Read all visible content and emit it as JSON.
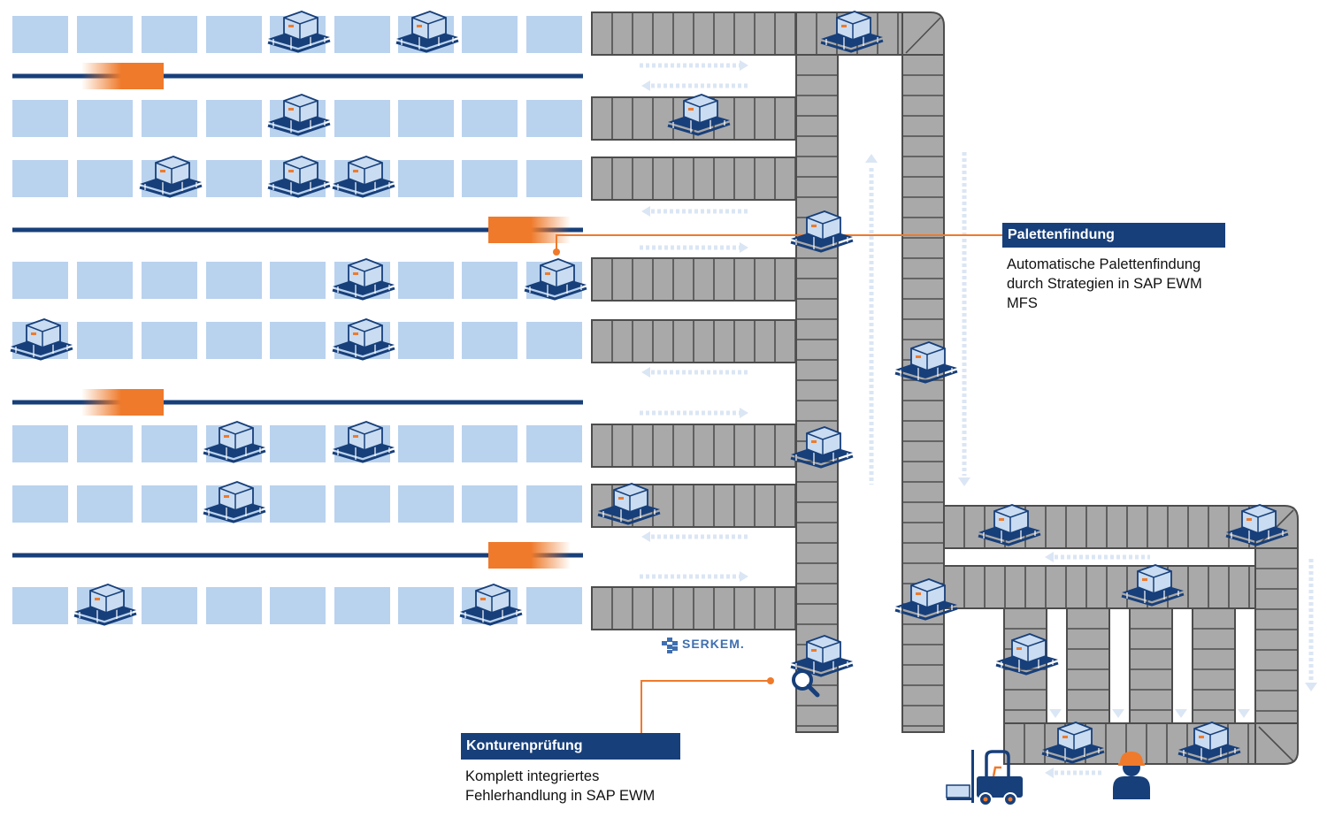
{
  "colors": {
    "slot": "#b9d2ee",
    "rail": "#173f7a",
    "vehicle": "#ef7a2b",
    "conveyor_fill": "#a9a9a9",
    "conveyor_line": "#4d4d4d",
    "arrow": "#dbe6f4",
    "pallet": "#173f7a",
    "box": "#c9dcf1",
    "callout_head": "#173f7a",
    "callout_line": "#ef7a2b",
    "logo": "#3f6fb0"
  },
  "icons": [
    "pallet-icon",
    "magnifier-icon",
    "forklift-icon",
    "worker-icon",
    "serkem-logo-icon"
  ],
  "callouts": {
    "palettenfindung": {
      "title": "Palettenfindung",
      "text_lines": [
        "Automatische Palettenfindung",
        "durch Strategien in SAP EWM",
        "MFS"
      ]
    },
    "konturenpruefung": {
      "title": "Konturenprüfung",
      "text_lines": [
        "Komplett integriertes",
        "Fehlerhandlung in SAP EWM"
      ]
    }
  },
  "logo": {
    "text": "SERKEM",
    "suffix": "."
  }
}
